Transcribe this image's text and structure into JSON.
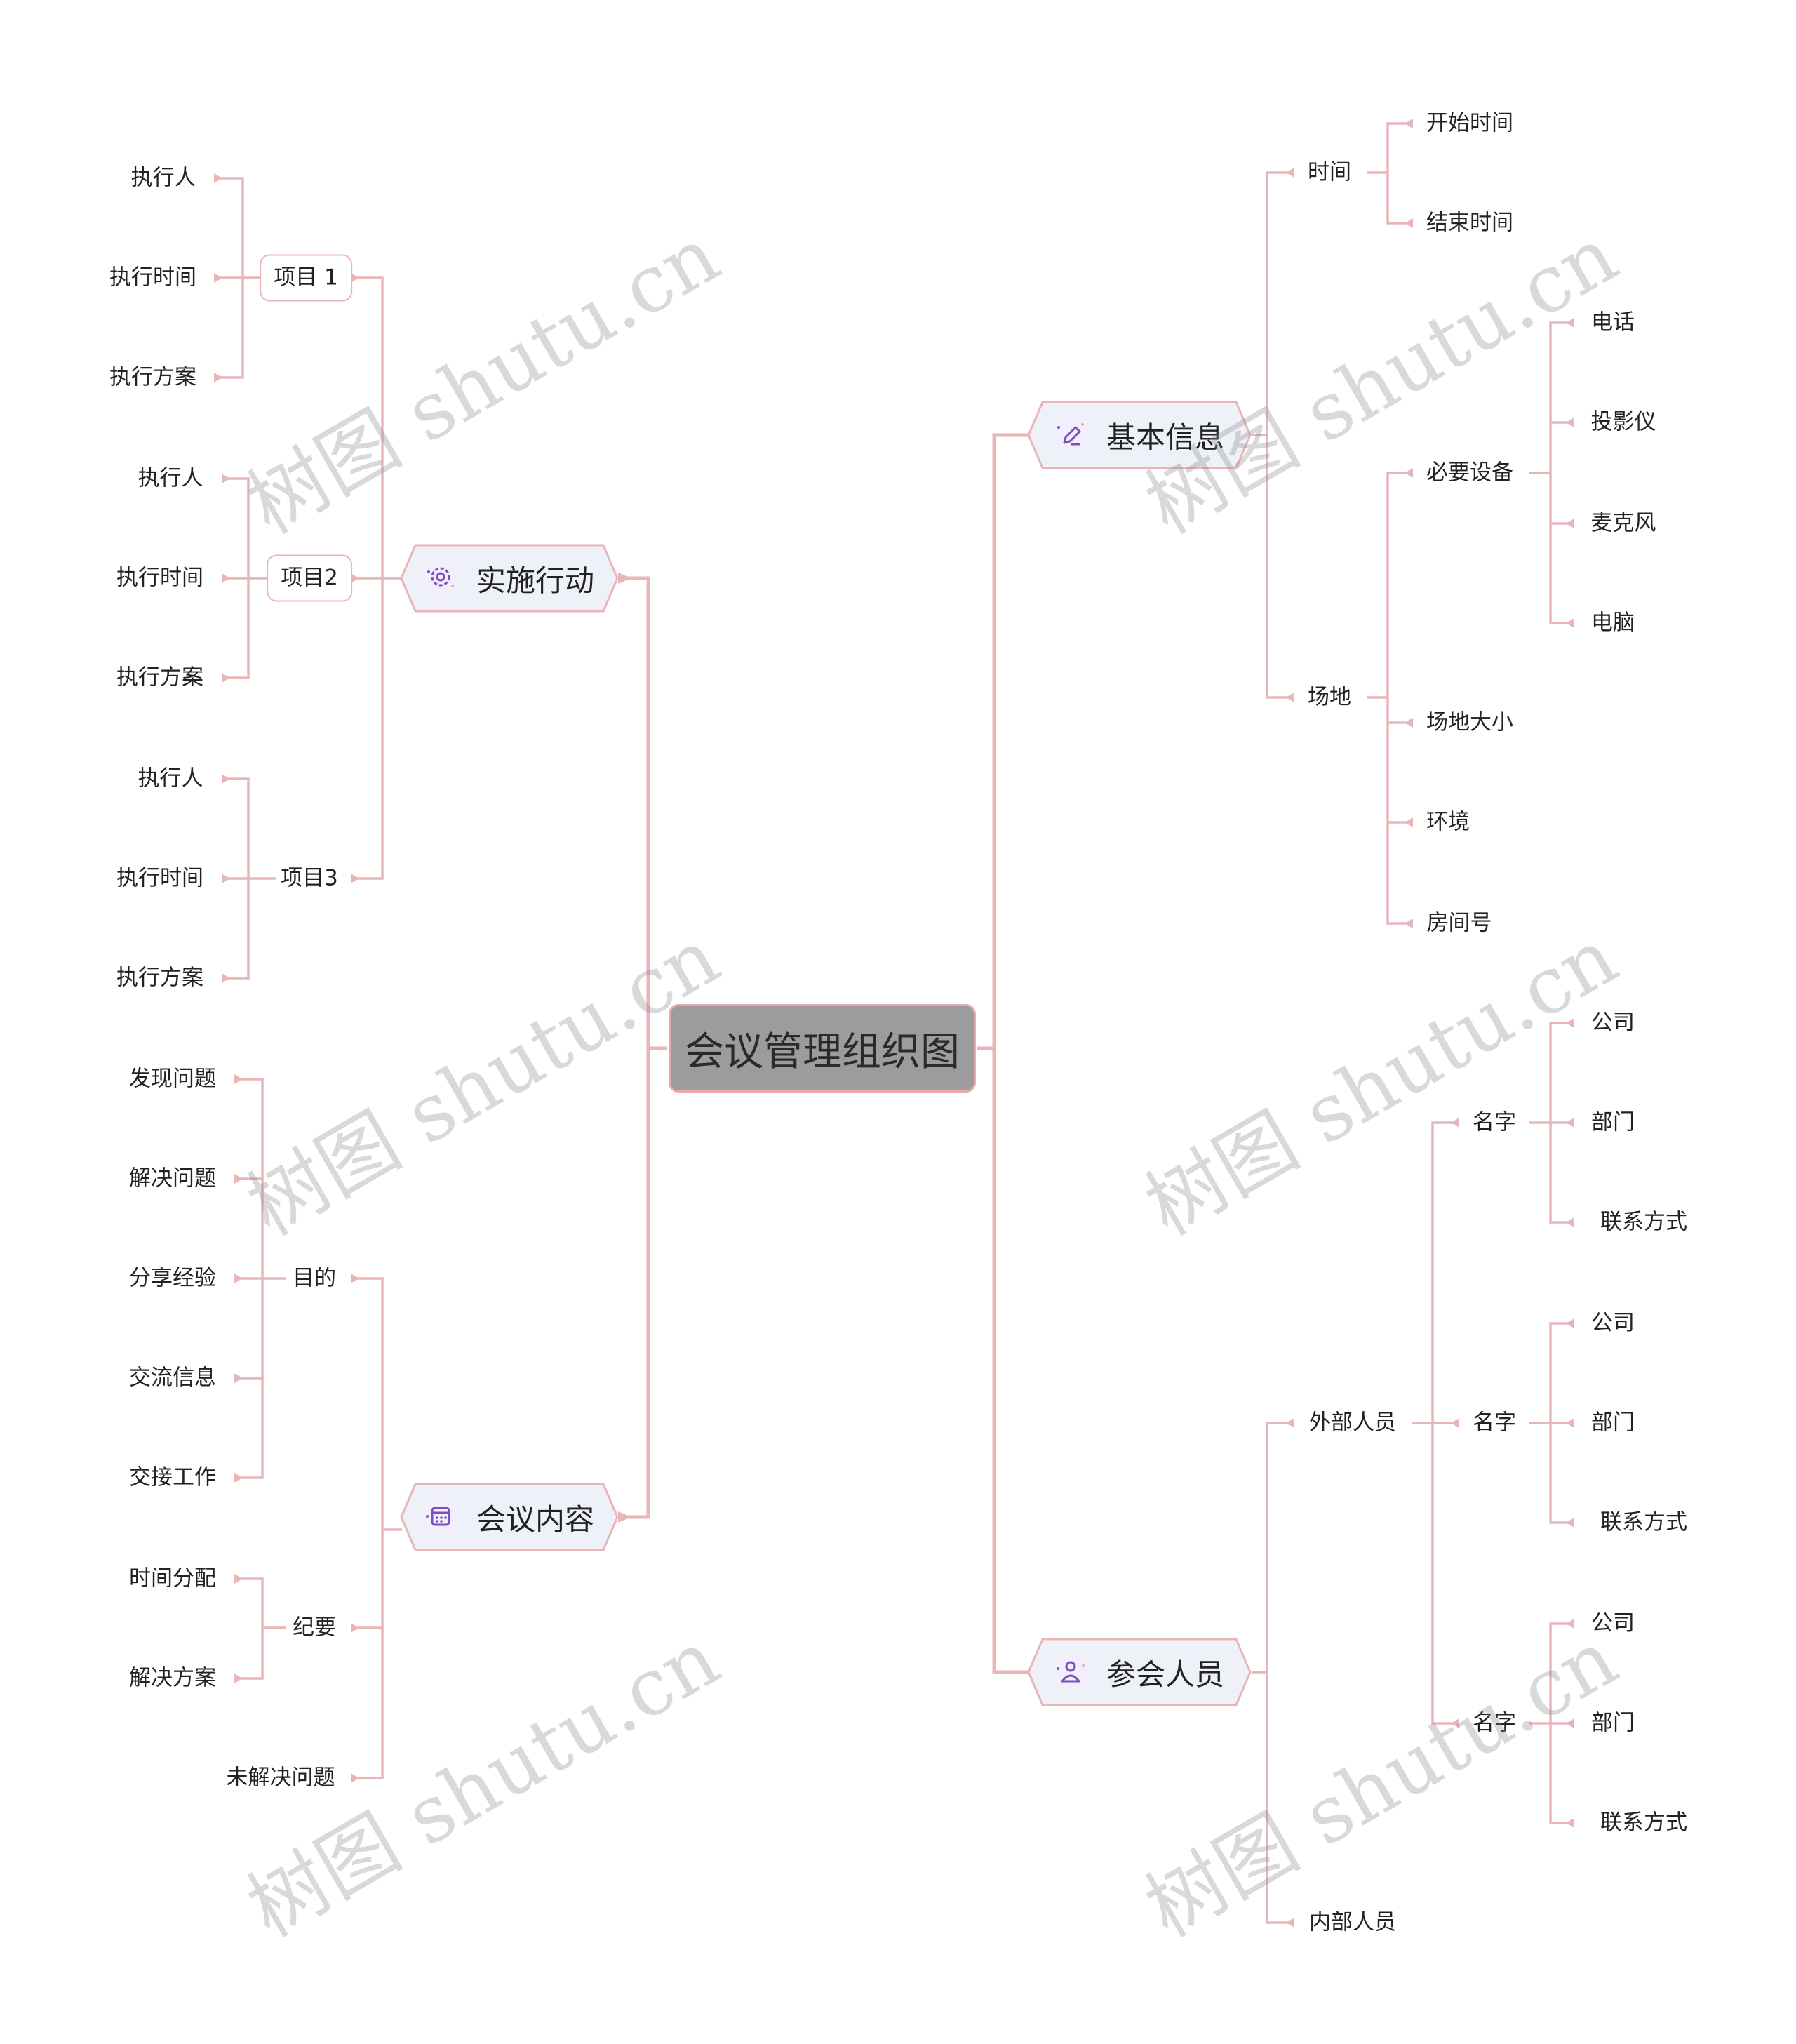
{
  "root": {
    "label": "会议管理组织图"
  },
  "colors": {
    "line": "#e9b6b8",
    "root_fill": "#9c9c9c",
    "topic_fill": "#eef1f7",
    "icon_purple": "#7b4fc2"
  },
  "left": {
    "action": {
      "label": "实施行动",
      "icon": "gear-icon",
      "items": [
        {
          "label": "项目 1",
          "children": [
            "执行人",
            "执行时间",
            "执行方案"
          ]
        },
        {
          "label": "项目2",
          "children": [
            "执行人",
            "执行时间",
            "执行方案"
          ]
        },
        {
          "label": "项目3",
          "children": [
            "执行人",
            "执行时间",
            "执行方案"
          ]
        }
      ]
    },
    "content": {
      "label": "会议内容",
      "icon": "calendar-icon",
      "purpose": {
        "label": "目的",
        "children": [
          "发现问题",
          "解决问题",
          "分享经验",
          "交流信息",
          "交接工作"
        ]
      },
      "summary": {
        "label": "纪要",
        "children": [
          "时间分配",
          "解决方案"
        ]
      },
      "unresolved": {
        "label": "未解决问题"
      }
    }
  },
  "right": {
    "basic": {
      "label": "基本信息",
      "icon": "pencil-icon",
      "time": {
        "label": "时间",
        "children": [
          "开始时间",
          "结束时间"
        ]
      },
      "venue": {
        "label": "场地",
        "equipment": {
          "label": "必要设备",
          "children": [
            "电话",
            "投影仪",
            "麦克风",
            "电脑"
          ]
        },
        "others": [
          "场地大小",
          "环境",
          "房间号"
        ]
      }
    },
    "attendees": {
      "label": "参会人员",
      "icon": "person-icon",
      "external": {
        "label": "外部人员",
        "names": [
          {
            "label": "名字",
            "children": [
              "公司",
              "部门",
              "联系方式"
            ]
          },
          {
            "label": "名字",
            "children": [
              "公司",
              "部门",
              "联系方式"
            ]
          },
          {
            "label": "名字",
            "children": [
              "公司",
              "部门",
              "联系方式"
            ]
          }
        ]
      },
      "internal": {
        "label": "内部人员"
      }
    }
  },
  "watermark": "树图 shutu.cn"
}
